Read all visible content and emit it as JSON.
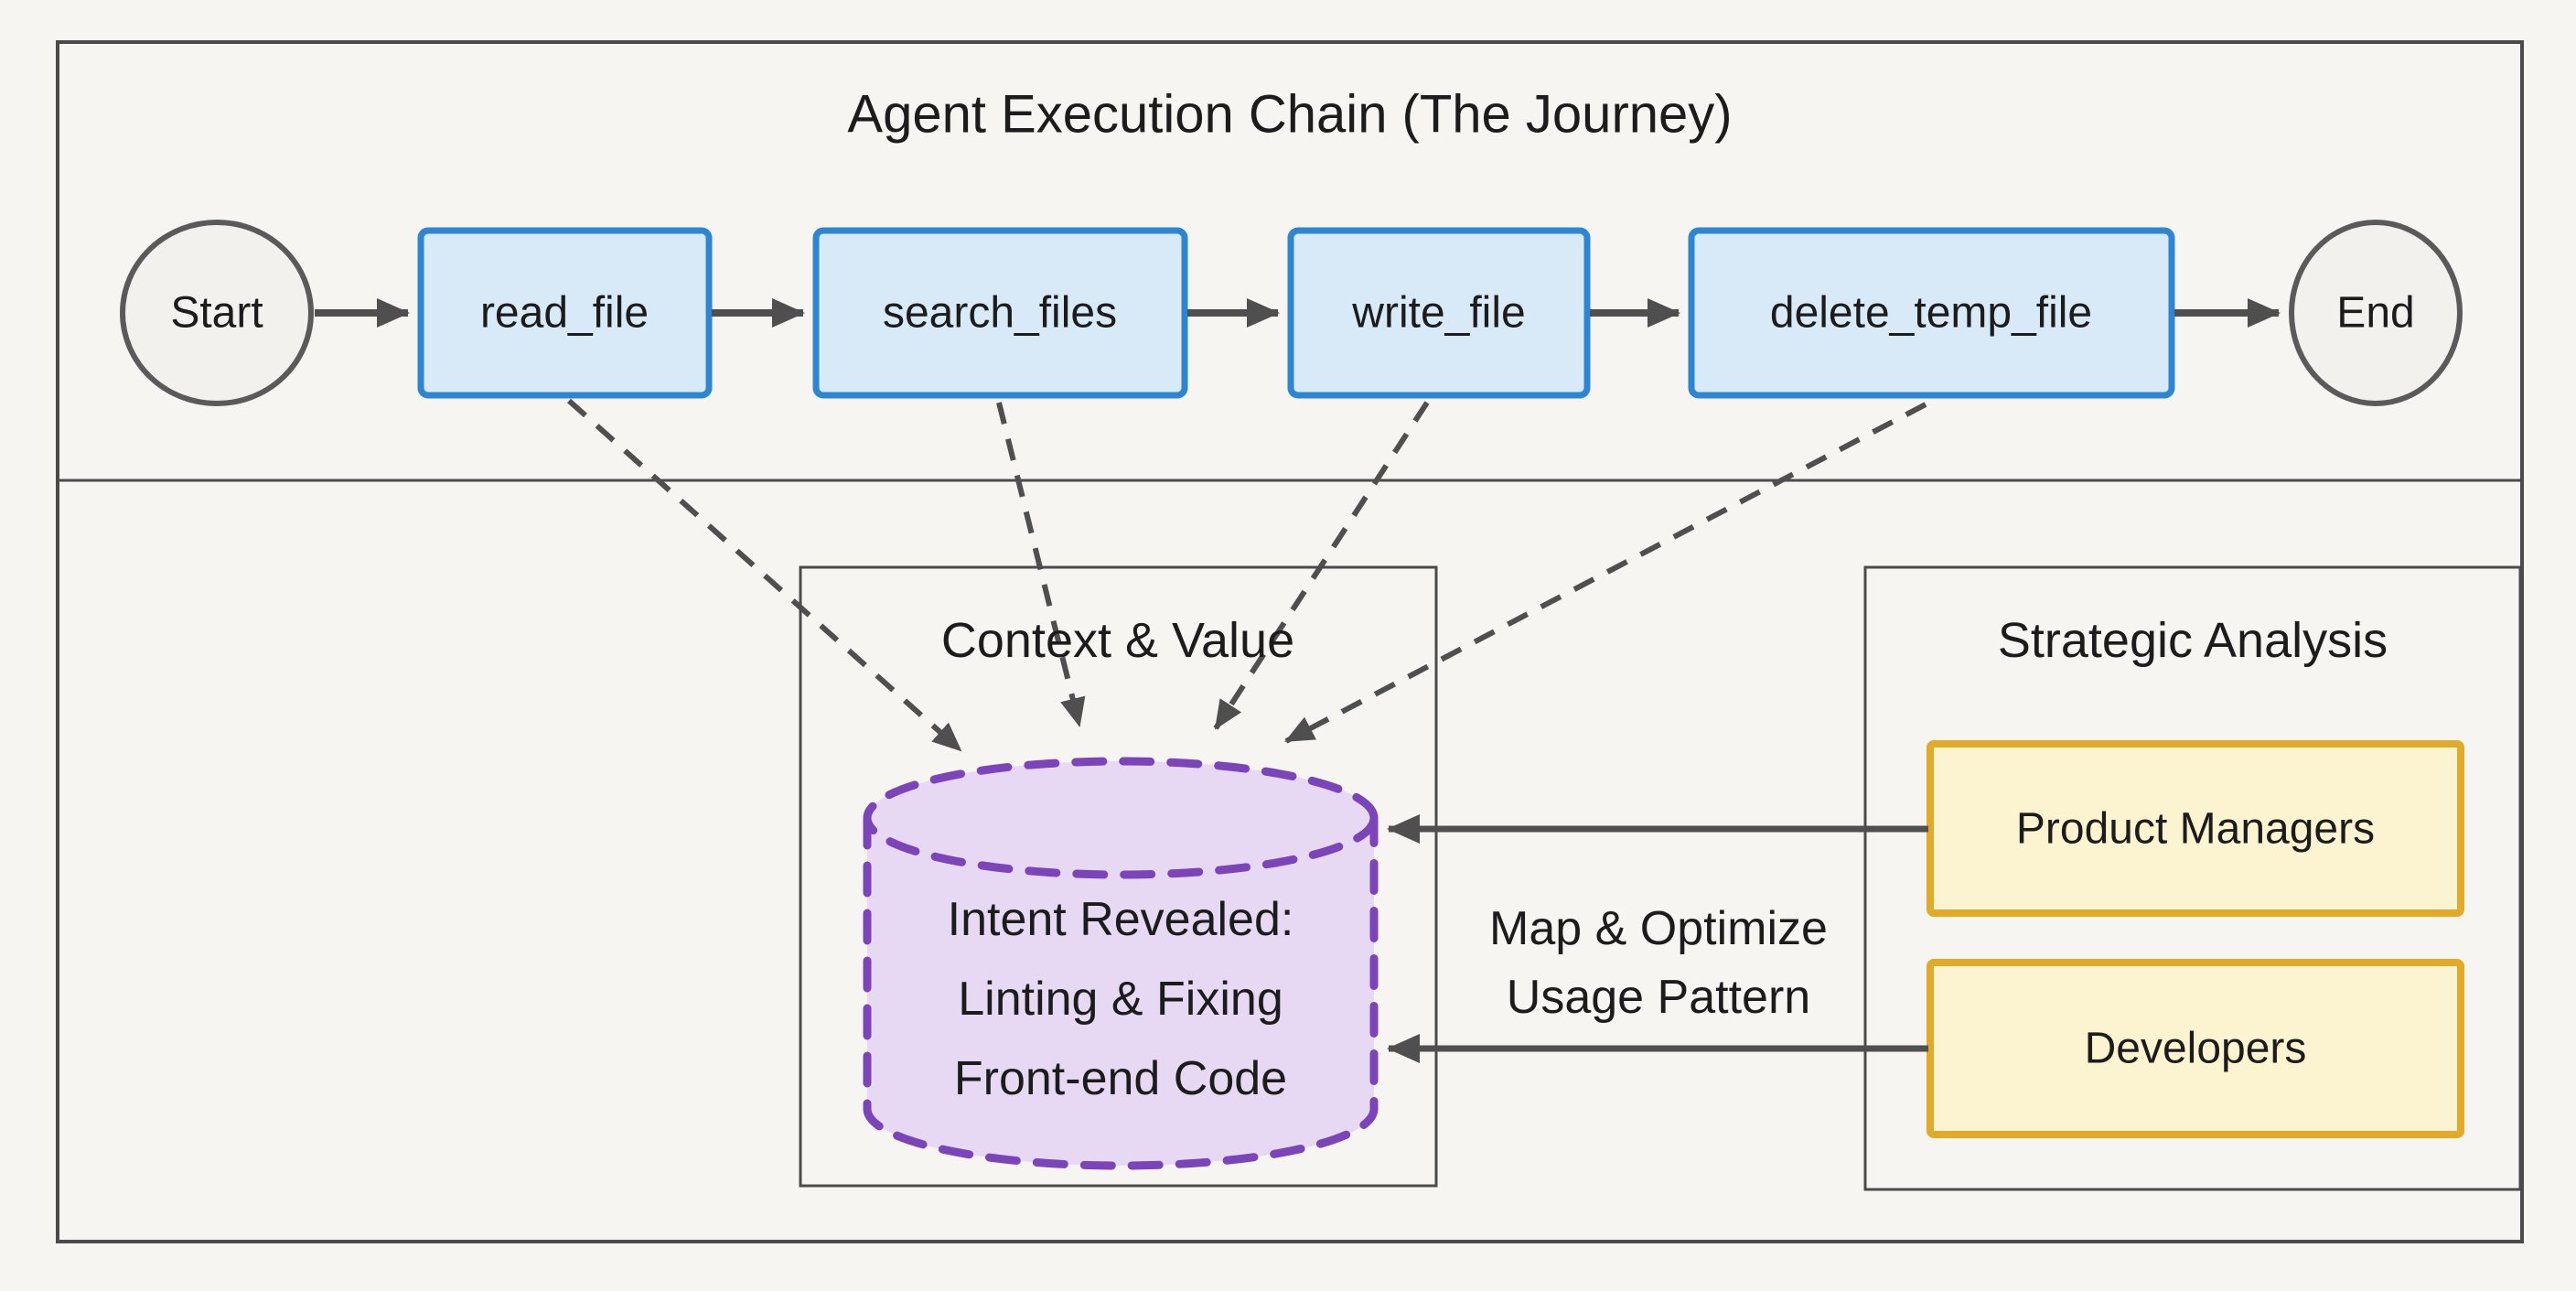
{
  "title": "Agent Execution Chain (The Journey)",
  "chain": {
    "start_label": "Start",
    "end_label": "End",
    "tools": [
      {
        "label": "read_file"
      },
      {
        "label": "search_files"
      },
      {
        "label": "write_file"
      },
      {
        "label": "delete_temp_file"
      }
    ]
  },
  "context_value": {
    "title": "Context & Value",
    "cylinder_lines": [
      "Intent Revealed:",
      "Linting & Fixing",
      "Front-end Code"
    ]
  },
  "strategic_analysis": {
    "title": "Strategic Analysis",
    "actors": [
      {
        "label": "Product Managers"
      },
      {
        "label": "Developers"
      }
    ],
    "arrow_label": [
      "Map & Optimize",
      "Usage Pattern"
    ]
  },
  "colors": {
    "background": "#f6f5f2",
    "frame_border": "#4b4b4b",
    "tool_fill": "#d8e9f8",
    "tool_border": "#2e86d2",
    "terminal_fill": "#f2f1ee",
    "terminal_border": "#5a5a5a",
    "actor_fill": "#fcf3d0",
    "actor_border": "#e1aa28",
    "cylinder_fill": "#e7d8f4",
    "cylinder_border": "#7b44b8",
    "arrow": "#4f4f4f",
    "text": "#1c1c1c"
  }
}
